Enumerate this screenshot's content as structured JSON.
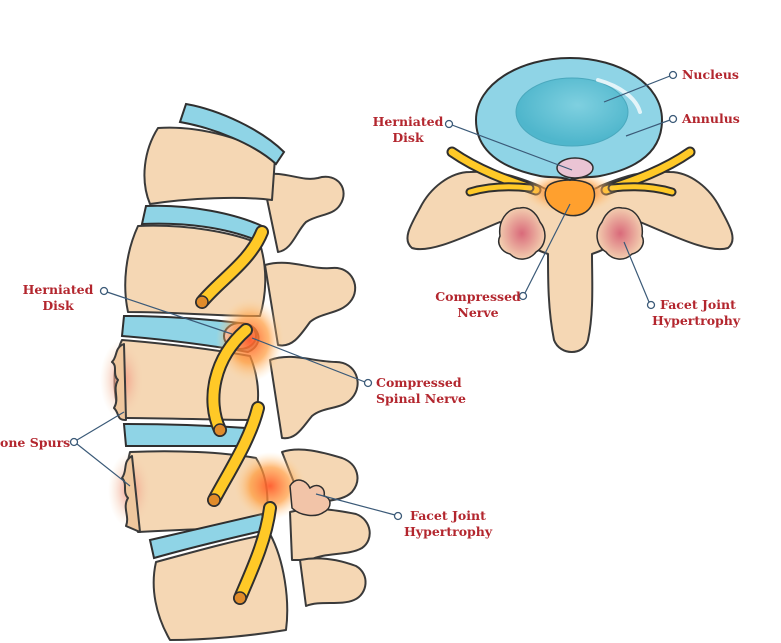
{
  "labels": {
    "side_herniated_disk_1": "Herniated",
    "side_herniated_disk_2": "Disk",
    "side_compressed_1": "Compressed",
    "side_compressed_2": "Spinal Nerve",
    "side_bone_spurs": "one Spurs",
    "side_facet_1": "Facet Joint",
    "side_facet_2": "Hypertrophy",
    "top_nucleus": "Nucleus",
    "top_annulus": "Annulus",
    "top_herniated_1": "Herniated",
    "top_herniated_2": "Disk",
    "top_compressed_1": "Compressed",
    "top_compressed_2": "Nerve",
    "top_facet_1": "Facet Joint",
    "top_facet_2": "Hypertrophy"
  },
  "colors": {
    "label_text": "#b3262e",
    "leader_line": "#3b5a78",
    "bone": "#f5d7b4",
    "disk": "#8fd4e6",
    "nerve": "#ffc927",
    "inflammation": "#f27a2c"
  }
}
